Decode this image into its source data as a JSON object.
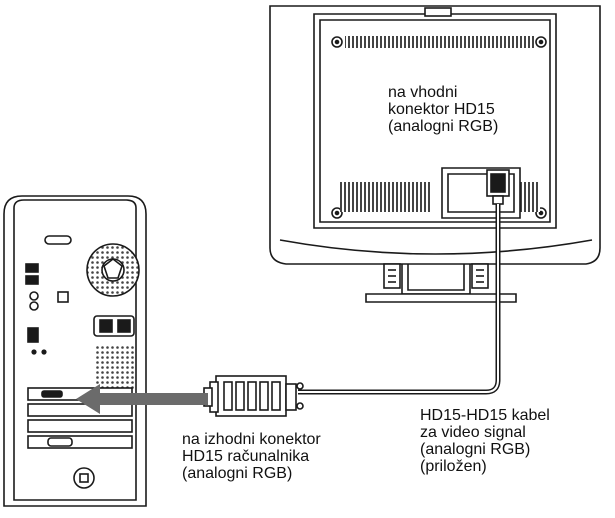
{
  "labels": {
    "monitor_input": [
      "na vhodni",
      "konektor HD15",
      "(analogni RGB)"
    ],
    "computer_output": [
      "na izhodni konektor",
      "HD15 računalnika",
      "(analogni RGB)"
    ],
    "cable": [
      "HD15-HD15 kabel",
      "za video signal",
      "(analogni RGB)",
      "(priložen)"
    ]
  },
  "colors": {
    "line": "#1a1a1a",
    "arrow": "#6b6b6b",
    "hatch": "#9a9a9a"
  }
}
